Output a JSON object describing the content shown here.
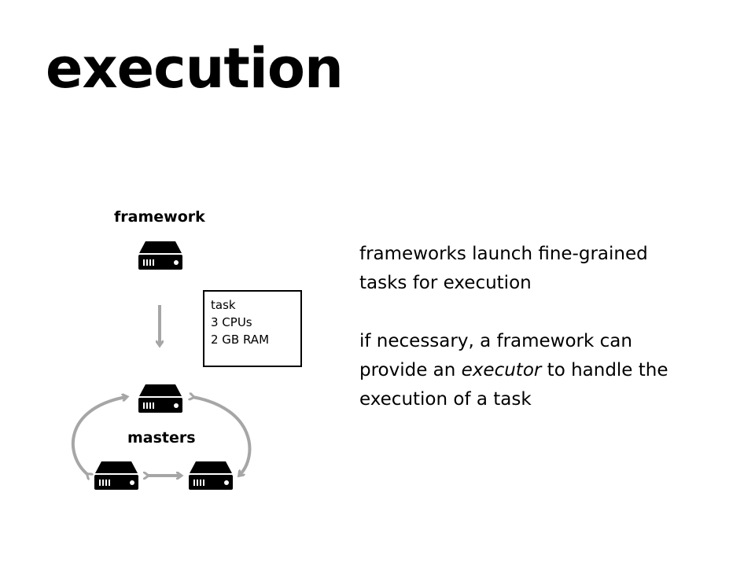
{
  "slide": {
    "title": "execution"
  },
  "diagram": {
    "framework_label": "framework",
    "masters_label": "masters",
    "task_box": {
      "line1": "task",
      "line2": "3 CPUs",
      "line3": "2 GB RAM"
    },
    "icons": [
      "server-icon"
    ],
    "arrow_color": "#a6a6a6"
  },
  "text": {
    "para1_line1": "frameworks launch fine-grained",
    "para1_line2": "tasks for execution",
    "para2_line1": "if necessary, a framework can",
    "para2_line2_before": "provide an ",
    "para2_line2_italic": "executor",
    "para2_line2_after": " to handle the",
    "para2_line3": "execution of a task"
  }
}
